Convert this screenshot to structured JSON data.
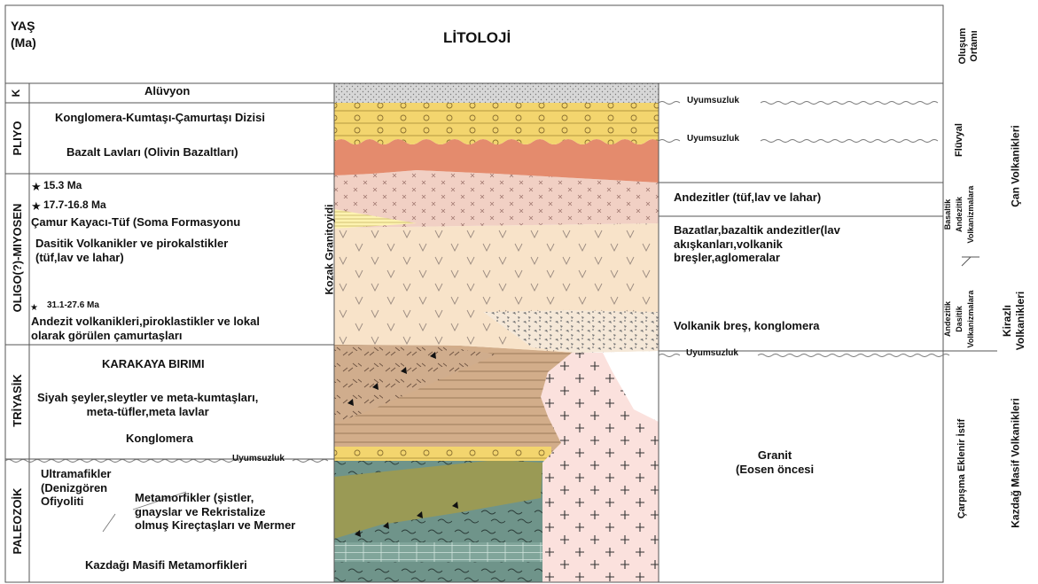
{
  "header": {
    "age_line1": "YAŞ",
    "age_line2": "(Ma)",
    "lithology_title": "LİTOLOJİ",
    "environment_line1": "Oluşum",
    "environment_line2": "Ortamı"
  },
  "periods": {
    "k": "K",
    "pliyo": "PLIYO",
    "oligo_miyosen": "OLIGO(?)-MIYOSEN",
    "triyasik": "TRİYASİK",
    "paleozoik": "PALEOZOİK"
  },
  "left_units": {
    "aluvyon": "Alüvyon",
    "konglomera_dizisi": "Konglomera-Kumtaşı-Çamurtaşı Dizisi",
    "bazalt_lavlari": "Bazalt Lavları (Olivin Bazaltları)",
    "age_15_3": "15.3 Ma",
    "age_17_7": "17.7-16.8 Ma",
    "camur_kayaci": "Çamur Kayacı-Tüf (Soma Formasyonu",
    "dasitik_line1": "Dasitik Volkanikler ve pirokalstikler",
    "dasitik_line2": "(tüf,lav ve lahar)",
    "age_31_1": "31.1-27.6 Ma",
    "andezit_line1": "Andezit volkanikleri,piroklastikler ve lokal",
    "andezit_line2": "olarak görülen çamurtaşları",
    "karakaya": "KARAKAYA BIRIMI",
    "siyah_line1": "Siyah şeyler,sleytler ve meta-kumtaşları,",
    "siyah_line2": "meta-tüfler,meta lavlar",
    "konglomera": "Konglomera",
    "ultra_line1": "Ultramafikler",
    "ultra_line2": "(Denizgören",
    "ultra_line3": "Ofiyoliti",
    "meta_line1": "Metamorfikler (şistler,",
    "meta_line2": "gnayslar ve Rekristalize",
    "meta_line3": "olmuş Kireçtaşları ve Mermer",
    "kazdagi": "Kazdağı Masifi Metamorfikleri"
  },
  "column_label": "Kozak Granitoyidi",
  "right_units": {
    "andezitler": "Andezitler (tüf,lav ve lahar)",
    "bazaltlar_line1": "Bazatlar,bazaltik andezitler(lav",
    "bazaltlar_line2": "akışkanları,volkanik",
    "bazaltlar_line3": "breşler,aglomeralar",
    "volkanik_bres": "Volkanik breş, konglomera",
    "granit_line1": "Granit",
    "granit_line2": "(Eosen öncesi"
  },
  "unconformities": {
    "u1": "Uyumsuzluk",
    "u2": "Uyumsuzluk",
    "u3": "Uyumsuzluk",
    "u4": "Uyumsuzluk"
  },
  "environments": {
    "fluvyal": "Flüvyal",
    "basaltik_line1": "Basaltik",
    "basaltik_line2": "Andezitik",
    "basaltik_line3": "Volkanizmalara",
    "andezitik_line1": "Andezitik",
    "andezitik_line2": "Dasitik",
    "andezitik_line3": "Volkanizmalara",
    "carpisma": "Çarpışma Eklenir İstif"
  },
  "volcanics": {
    "can": "Çan Volkanikleri",
    "kirazli_line1": "Kirazlı",
    "kirazli_line2": "Volkanikleri",
    "kazdag": "Kazdağ Masif Volkanikleri"
  },
  "colors": {
    "alluvium": "#d7d7d7",
    "conglomerate_yellow": "#f3d56e",
    "basalt": "#e48b6d",
    "andesite_pink": "#f1d0c4",
    "dacite_beige": "#f8e3c9",
    "karakaya_brown": "#d2ad8a",
    "ultramafic_olive": "#9a9a55",
    "metamorphic_teal": "#6f948a",
    "granite_pink": "#fbe1dd",
    "grid_line": "#555555"
  }
}
